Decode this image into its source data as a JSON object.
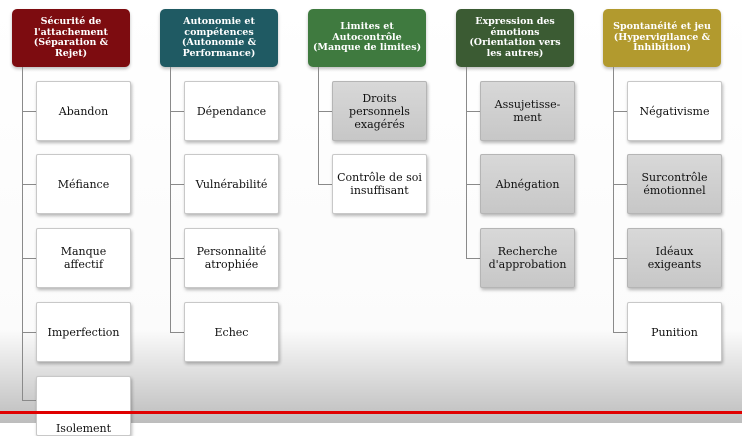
{
  "colors": {
    "header_1": "#7d0c10",
    "header_2": "#1f5a63",
    "header_3": "#3f7a3f",
    "header_4": "#3b5b33",
    "header_5": "#b29a2e",
    "shaded_box": "#c7c7c7",
    "progress_bar": "#e00000"
  },
  "columns": [
    {
      "header": "Sécurité de\nl'attachement\n(Séparation & Rejet)",
      "color": "#7d0c10",
      "items": [
        {
          "label": "Abandon",
          "shaded": false
        },
        {
          "label": "Méfiance",
          "shaded": false
        },
        {
          "label": "Manque affectif",
          "shaded": false
        },
        {
          "label": "Imperfection",
          "shaded": false
        },
        {
          "label": "Isolement",
          "shaded": false
        }
      ]
    },
    {
      "header": "Autonomie et\ncompétences\n(Autonomie &\nPerformance)",
      "color": "#1f5a63",
      "items": [
        {
          "label": "Dépendance",
          "shaded": false
        },
        {
          "label": "Vulnérabilité",
          "shaded": false
        },
        {
          "label": "Personnalité\natrophiée",
          "shaded": false
        },
        {
          "label": "Echec",
          "shaded": false
        }
      ]
    },
    {
      "header": "Limites et\nAutocontrôle\n(Manque de limites)",
      "color": "#3f7a3f",
      "items": [
        {
          "label": "Droits\npersonnels\nexagérés",
          "shaded": true
        },
        {
          "label": "Contrôle de soi\ninsuffisant",
          "shaded": false
        }
      ]
    },
    {
      "header": "Expression des\némotions\n(Orientation vers\nles autres)",
      "color": "#3b5b33",
      "items": [
        {
          "label": "Assujetisse-\nment",
          "shaded": true
        },
        {
          "label": "Abnégation",
          "shaded": true
        },
        {
          "label": "Recherche\nd'approbation",
          "shaded": true
        }
      ]
    },
    {
      "header": "Spontanéité et jeu\n(Hypervigilance &\nInhibition)",
      "color": "#b29a2e",
      "items": [
        {
          "label": "Négativisme",
          "shaded": false
        },
        {
          "label": "Surcontrôle\némotionnel",
          "shaded": true
        },
        {
          "label": "Idéaux\nexigeants",
          "shaded": true
        },
        {
          "label": "Punition",
          "shaded": false
        }
      ]
    }
  ]
}
